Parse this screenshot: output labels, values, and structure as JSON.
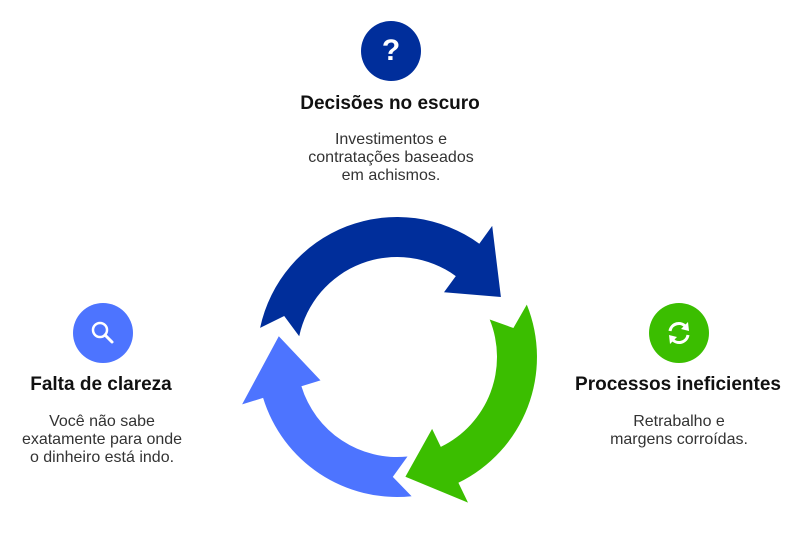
{
  "colors": {
    "dark_blue": "#002E9B",
    "green": "#3BBE00",
    "light_blue": "#4D74FF"
  },
  "nodes": [
    {
      "icon": "question-icon",
      "title": "Decisões no escuro",
      "desc": [
        "Investimentos e",
        "contratações baseados",
        "em achismos."
      ]
    },
    {
      "icon": "search-icon",
      "title": "Falta de clareza",
      "desc": [
        "Você não sabe",
        "exatamente para onde",
        "o dinheiro está indo."
      ]
    },
    {
      "icon": "sync-icon",
      "title": "Processos ineficientes",
      "desc": [
        "Retrabalho e",
        "margens corroídas."
      ]
    }
  ]
}
